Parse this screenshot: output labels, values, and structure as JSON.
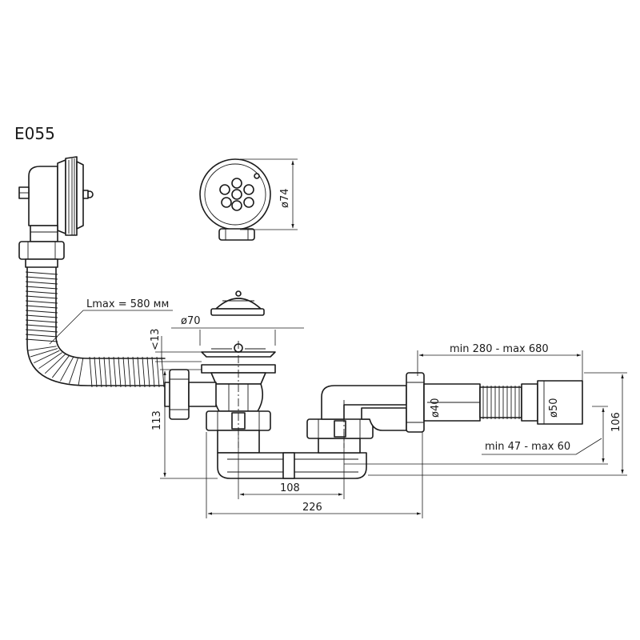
{
  "model": "E055",
  "dimensions": {
    "hose_length": "Lmax = 580 мм",
    "strainer_diameter": "ø70",
    "cap_diameter": "ø74",
    "cap_height": "<13",
    "overall_height": "113",
    "pipe_diameter_40": "ø40",
    "pipe_diameter_50": "ø50",
    "outlet_length": "min 280 - max 680",
    "outlet_offset": "min 47 - max 60",
    "outlet_height": "106",
    "drain_spacing": "108",
    "total_width": "226"
  }
}
